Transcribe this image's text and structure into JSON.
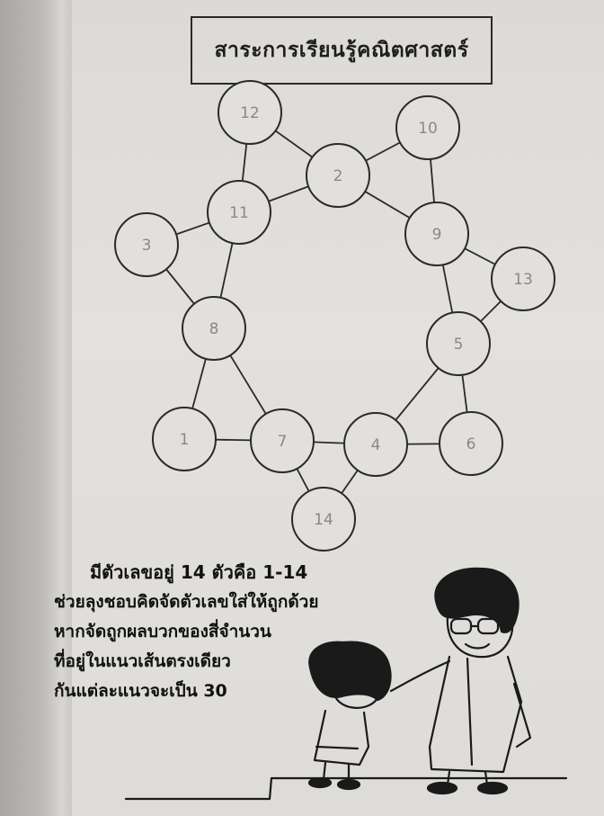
{
  "title": "สาระการเรียนรู้คณิตศาสตร์",
  "puzzle": {
    "circle_labels": [
      "12",
      "10",
      "2",
      "11",
      "9",
      "3",
      "13",
      "8",
      "5",
      "1",
      "7",
      "4",
      "6",
      "14"
    ]
  },
  "instructions": {
    "line1": "มีตัวเลขอยู่ 14 ตัวคือ 1-14",
    "line2": "ช่วยลุงชอบคิดจัดตัวเลขใส่ให้ถูกด้วย",
    "line3": "หากจัดถูกผลบวกของสี่จำนวน",
    "line4": "ที่อยู่ในแนวเส้นตรงเดียว",
    "line5": "กันแต่ละแนวจะเป็น 30"
  }
}
